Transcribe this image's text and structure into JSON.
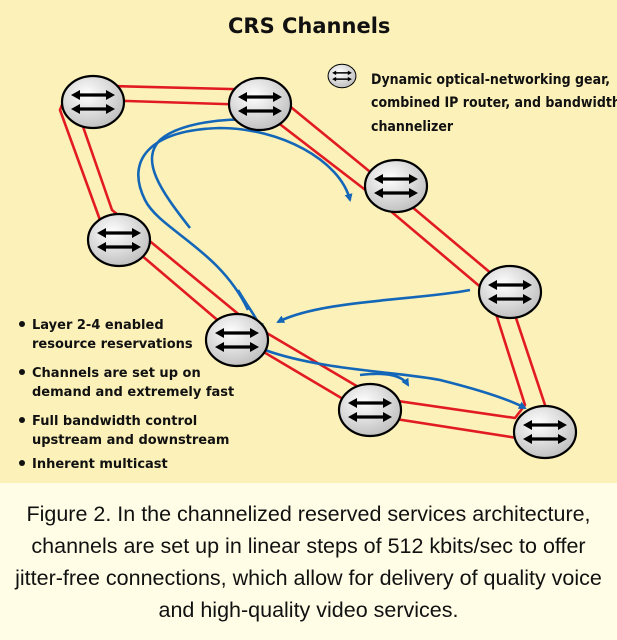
{
  "title": "CRS Channels",
  "legend": {
    "icon": "router-icon",
    "lines": [
      "Dynamic optical-networking gear,",
      "combined IP router, and bandwidth",
      "channelizer"
    ]
  },
  "bullets": [
    [
      "Layer 2-4 enabled",
      "resource reservations"
    ],
    [
      "Channels are set up on",
      "demand and extremely fast"
    ],
    [
      "Full bandwidth control",
      "upstream and downstream"
    ],
    [
      "Inherent multicast"
    ]
  ],
  "caption": "Figure 2. In the channelized reserved services architecture, channels are set up in linear steps of 512 kbits/sec to offer jitter-free connections, which allow for delivery of quality voice and high-quality video services.",
  "colors": {
    "ring": "#E21B23",
    "channel": "#1366B8",
    "panel": "#FBF1B9",
    "router_fill": "#E2E2E2"
  },
  "nodes": [
    "router-1",
    "router-2",
    "router-3",
    "router-4",
    "router-5",
    "router-6",
    "router-7",
    "router-8"
  ]
}
